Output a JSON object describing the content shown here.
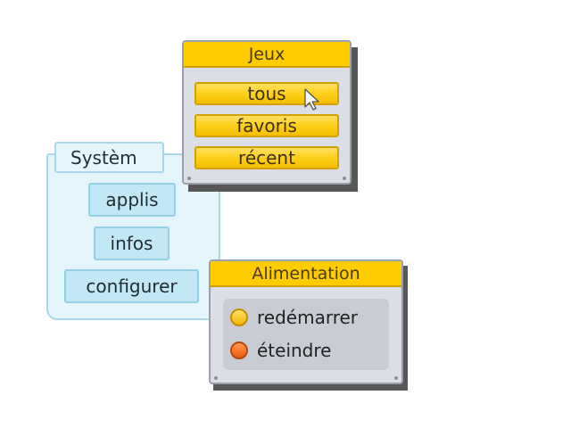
{
  "systeme": {
    "title": "Systèm",
    "buttons": [
      "applis",
      "infos",
      "configurer"
    ]
  },
  "jeux": {
    "title": "Jeux",
    "buttons": [
      "tous",
      "favoris",
      "récent"
    ]
  },
  "alimentation": {
    "title": "Alimentation",
    "items": [
      {
        "label": "redémarrer",
        "icon": "yellow-circle-icon"
      },
      {
        "label": "éteindre",
        "icon": "orange-circle-icon"
      }
    ]
  },
  "colors": {
    "header_yellow": "#ffcc00",
    "panel_blue": "#e4f5fb",
    "window_grey": "#dcdee5",
    "power_yellow": "#f3b400",
    "power_orange": "#ff7a2a"
  }
}
